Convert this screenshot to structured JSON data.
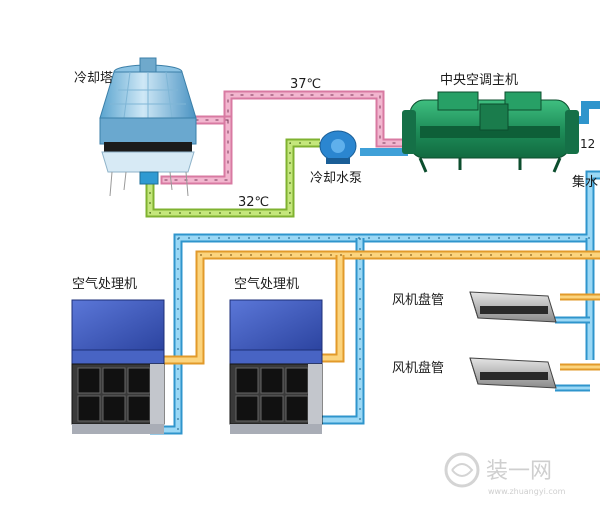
{
  "labels": {
    "cooling_tower": "冷却塔",
    "temp_hot": "37℃",
    "temp_cold": "32℃",
    "cooling_pump": "冷却水泵",
    "chiller": "中央空调主机",
    "temp_right": "12",
    "collector": "集水",
    "ahu_1": "空气处理机",
    "ahu_2": "空气处理机",
    "fcu_1": "风机盘管",
    "fcu_2": "风机盘管"
  },
  "watermark": {
    "brand": "装一网",
    "url": "www.zhuangyi.com"
  },
  "colors": {
    "hot_pipe": "#e88cb0",
    "cold_pipe": "#9ccf3c",
    "chilled_pipe": "#3fb0e6",
    "return_pipe": "#f2b23e",
    "chiller_body": "#1f8f5a",
    "ahu_blue": "#3a56b8"
  }
}
